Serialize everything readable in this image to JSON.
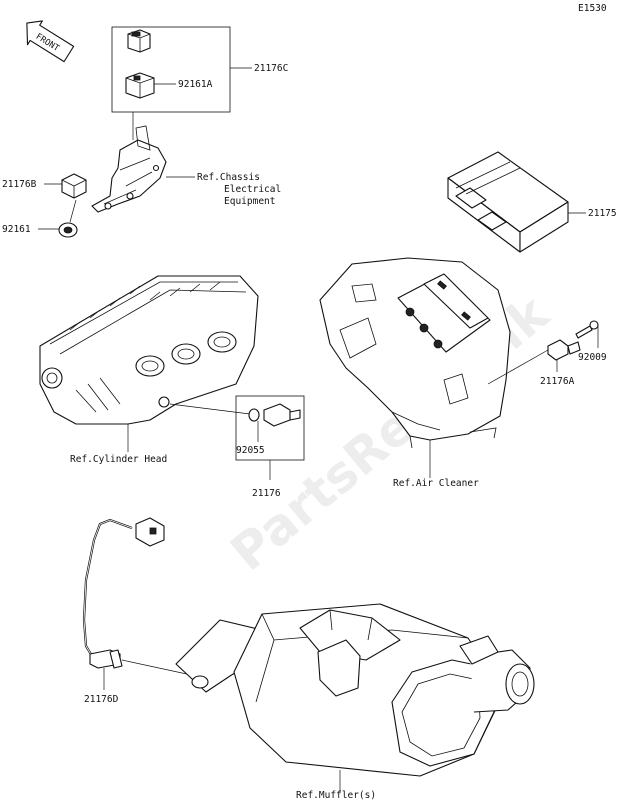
{
  "page_code": "E1530",
  "front_badge": "FRONT",
  "watermark": "PartsRepublik",
  "labels": {
    "p21176C": "21176C",
    "p92161A": "92161A",
    "ref_chassis_1": "Ref.Chassis",
    "ref_chassis_2": "Electrical",
    "ref_chassis_3": "Equipment",
    "p21176B": "21176B",
    "p92161": "92161",
    "p21175": "21175",
    "p92009": "92009",
    "p21176A": "21176A",
    "ref_cylinder_head": "Ref.Cylinder Head",
    "p92055": "92055",
    "p21176": "21176",
    "ref_air_cleaner": "Ref.Air Cleaner",
    "p21176D": "21176D",
    "ref_muffler": "Ref.Muffler(s)"
  }
}
